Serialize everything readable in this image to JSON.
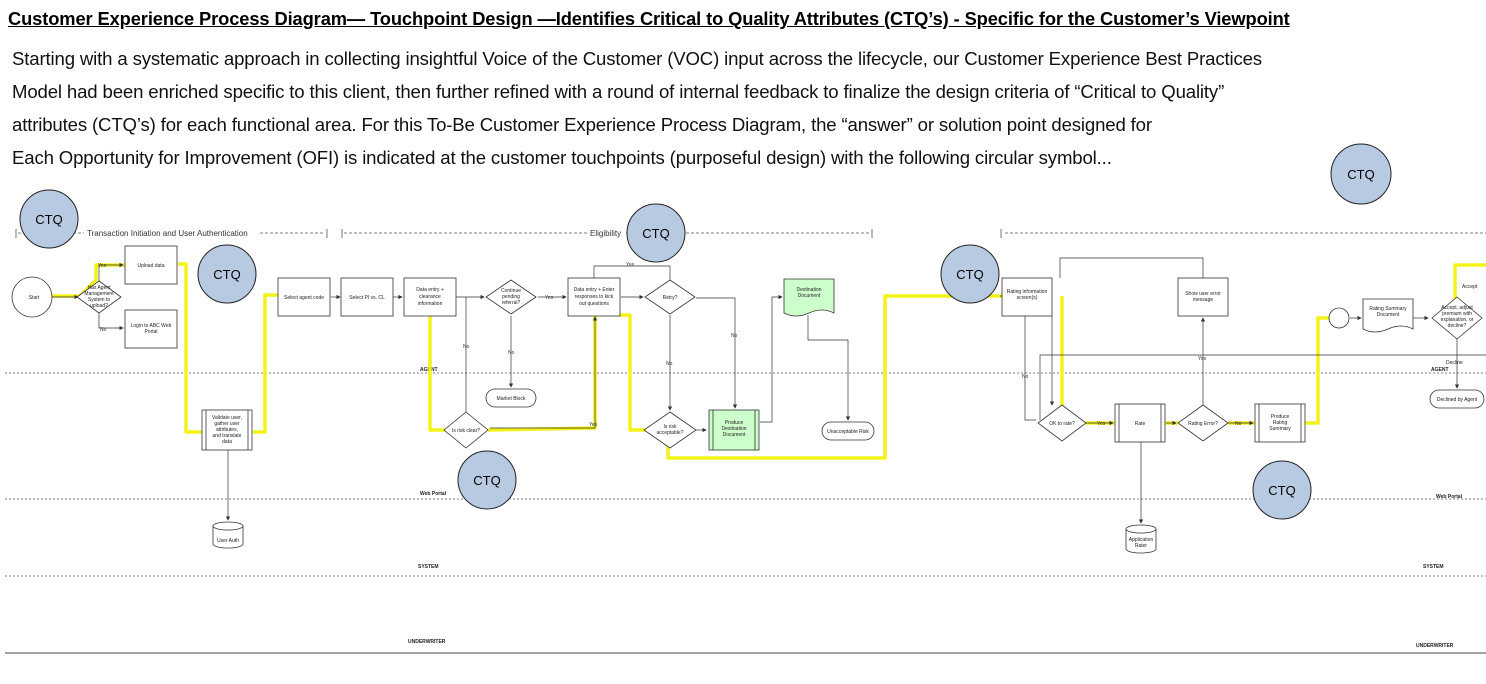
{
  "title": "Customer Experience Process Diagram— Touchpoint Design —Identifies Critical to Quality Attributes (CTQ’s) - Specific for  the Customer’s Viewpoint",
  "intro": [
    "Starting with a systematic approach in collecting insightful Voice of the Customer (VOC) input across the lifecycle, our Customer Experience Best Practices",
    "Model had been enriched specific to this client, then further refined with a round of internal feedback to finalize the design criteria of “Critical to Quality”",
    "attributes (CTQ’s) for each functional area. For this To-Be Customer Experience Process Diagram, the “answer” or solution point designed for",
    "Each Opportunity for Improvement (OFI) is indicated at the customer touchpoints (purposeful design) with the following circular symbol..."
  ],
  "colors": {
    "ctq_fill": "#b8c9e2",
    "highlight": "#f3f31a",
    "doc_green": "#ccffcc",
    "line": "#333333"
  },
  "lanes": {
    "agent": "AGENT",
    "web_portal": "Web Portal",
    "system": "SYSTEM",
    "underwriter": "UNDERWRITER"
  },
  "phases": {
    "transaction": "Transaction Initiation and User Authentication",
    "eligibility": "Eligibility"
  },
  "ctq_label": "CTQ",
  "nodes": {
    "start": "Start",
    "agent_mgmt": [
      "Has Agent",
      "Management",
      "System to",
      "upload?"
    ],
    "upload_data": "Upload data",
    "login": [
      "Login to ABC Web",
      "Portal"
    ],
    "validate": [
      "Validate user,",
      "gather user",
      "attributes,",
      "and translate",
      "data"
    ],
    "user_auth": "User Auth",
    "select_agent": "Select agent code",
    "select_pi": "Select PI vs. CL",
    "data_entry_1": [
      "Data entry +",
      "clearance",
      "information"
    ],
    "risk_clear": "Is risk clear?",
    "continue_pending": [
      "Continue",
      "pending",
      "referral?"
    ],
    "market_block": "Market Block",
    "data_entry_2": [
      "Data entry + Enter",
      "responses to kick",
      "out questions"
    ],
    "retry": "Retry?",
    "risk_acceptable": [
      "Is risk",
      "acceptable?"
    ],
    "produce_destination": [
      "Produce",
      "Destination",
      "Document"
    ],
    "destination_document": [
      "Destination",
      "Document"
    ],
    "unacceptable_risk": "Unacceptable Risk",
    "rating_information": [
      "Rating information",
      "screen(s)"
    ],
    "show_user_error": [
      "Show user error",
      "message"
    ],
    "ok_to_rate": "OK to rate?",
    "rate": "Rate",
    "rating_error": "Rating Error?",
    "produce_rating_summary": [
      "Produce",
      "Rating",
      "Summary"
    ],
    "application_rater": [
      "Application",
      "Rater"
    ],
    "rating_summary_document": [
      "Rating Summary",
      "Document"
    ],
    "accept_adjust": [
      "Accept, adjust",
      "premium with",
      "explanation, or",
      "decline?"
    ],
    "accept": "Accept",
    "decline": "Decline",
    "declined_by_agent": "Declined by Agent"
  },
  "edges": {
    "yes": "Yes",
    "no": "No"
  }
}
